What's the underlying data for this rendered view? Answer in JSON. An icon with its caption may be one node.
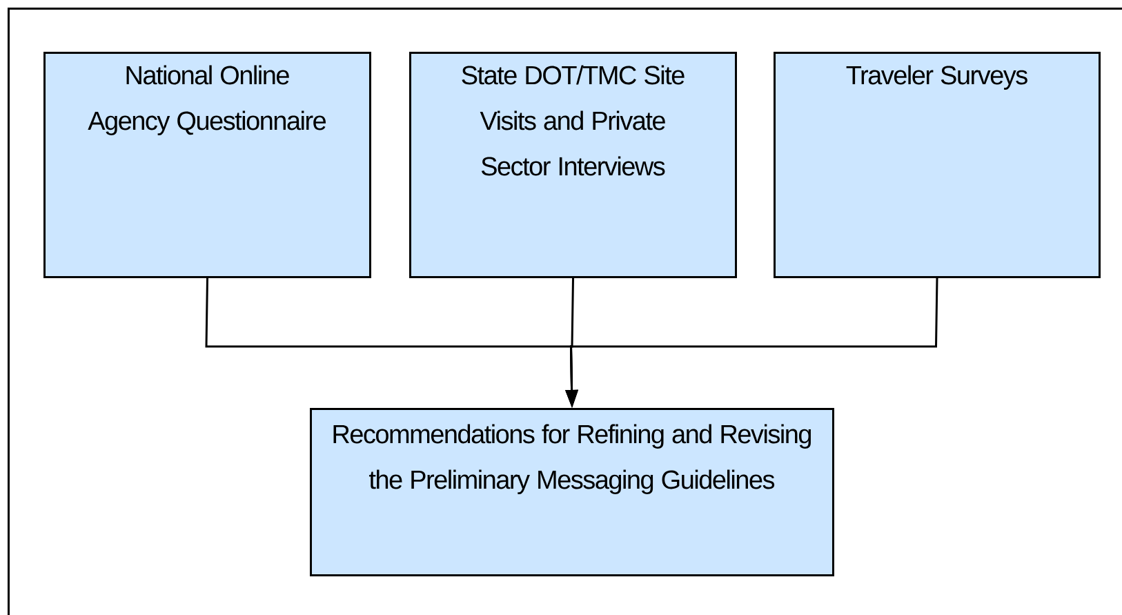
{
  "diagram": {
    "nodes": [
      {
        "text": [
          "National Online Agency Questionnaire"
        ]
      },
      {
        "text": [
          "State DOT/TMC Site Visits and Private Sector Interviews"
        ]
      },
      {
        "text": [
          "Traveler Surveys"
        ]
      },
      {
        "text": [
          "Recommendations for Refining and Revising the Preliminary Messaging Guidelines"
        ]
      }
    ],
    "edges": [
      {
        "from": 0,
        "to": 3,
        "arrow": "to"
      },
      {
        "from": 1,
        "to": 3,
        "arrow": "to"
      },
      {
        "from": 2,
        "to": 3,
        "arrow": "to"
      }
    ]
  }
}
